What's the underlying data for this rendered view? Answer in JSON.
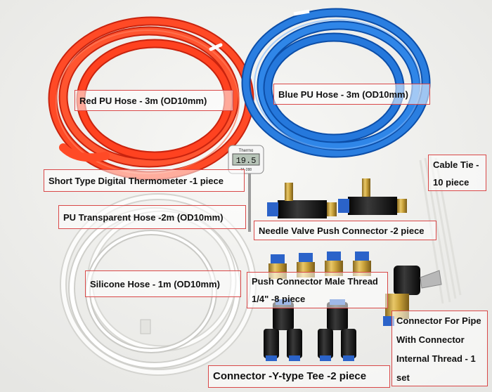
{
  "labels": {
    "red_hose": "Red  PU Hose    - 3m (OD10mm)",
    "blue_hose": "Blue  PU Hose    - 3m (OD10mm)",
    "thermometer": "Short Type Digital Thermometer -1 piece",
    "transparent_hose": "PU Transparent Hose -2m (OD10mm)",
    "needle_valve": "Needle Valve Push Connector -2 piece",
    "cable_tie": "Cable Tie - 10 piece",
    "silicone_hose": "Silicone  Hose - 1m (OD10mm)",
    "push_connector": "Push Connector Male Thread 1/4\"  -8 piece",
    "pipe_connector": "Connector For Pipe With Connector Internal Thread - 1 set",
    "y_tee": "Connector  -Y-type Tee -2 piece"
  },
  "thermometer_display": {
    "brand": "Thermo",
    "reading": "19.5",
    "model": "TA-288"
  },
  "colors": {
    "red_hose": "#ff3b1f",
    "blue_hose": "#1e6fd6",
    "label_border": "#d94848",
    "brass": "#c9a23a",
    "connector_black": "#1a1a1a"
  }
}
